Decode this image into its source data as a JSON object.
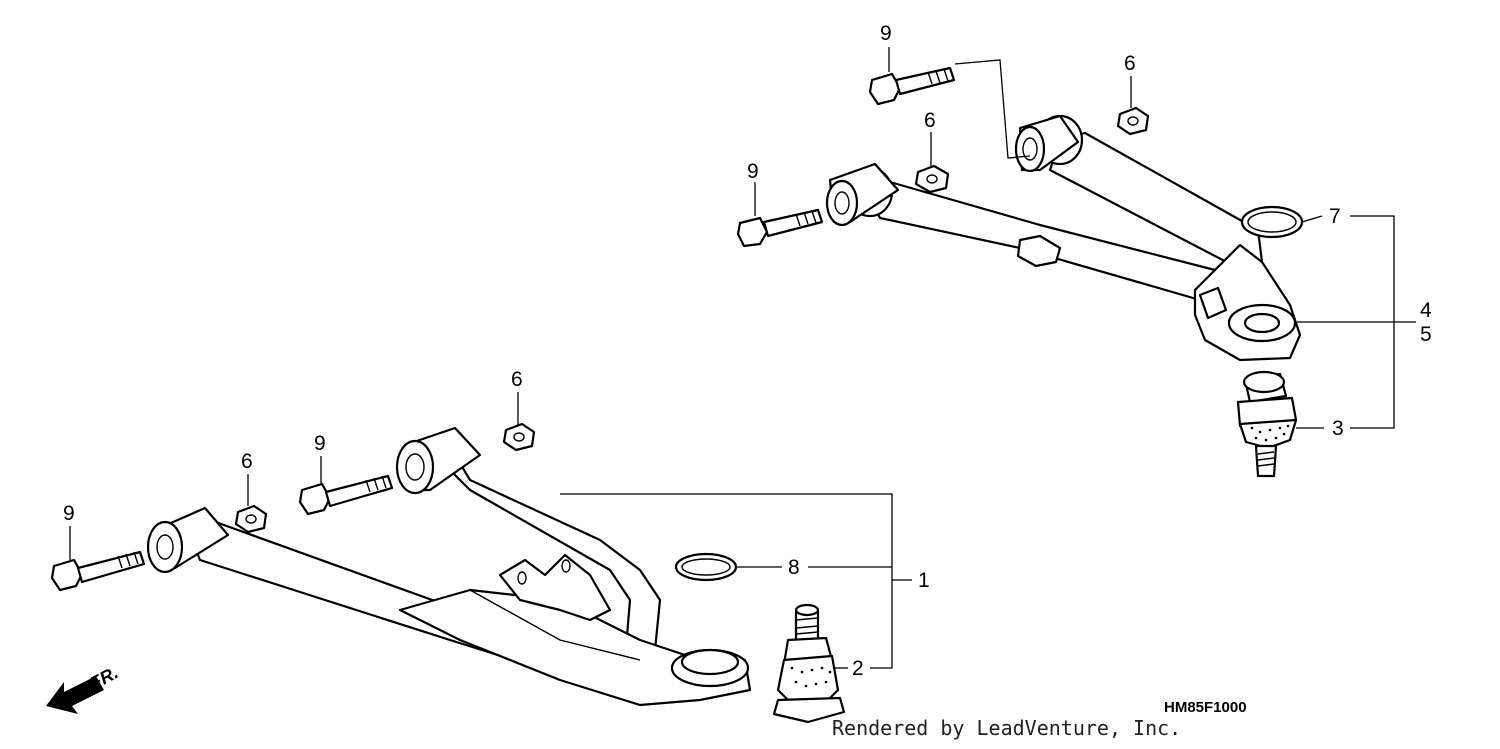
{
  "diagram": {
    "drawing_code": "HM85F1000",
    "front_indicator": "FR.",
    "credit": "Rendered by LeadVenture, Inc.",
    "callouts": {
      "c9a": "9",
      "c6a": "6",
      "c6b": "6",
      "c9b": "9",
      "c7": "7",
      "c4": "4",
      "c5": "5",
      "c3": "3",
      "c6c": "6",
      "c9c": "9",
      "c6d": "6",
      "c9d": "9",
      "c8": "8",
      "c1": "1",
      "c2": "2"
    }
  }
}
